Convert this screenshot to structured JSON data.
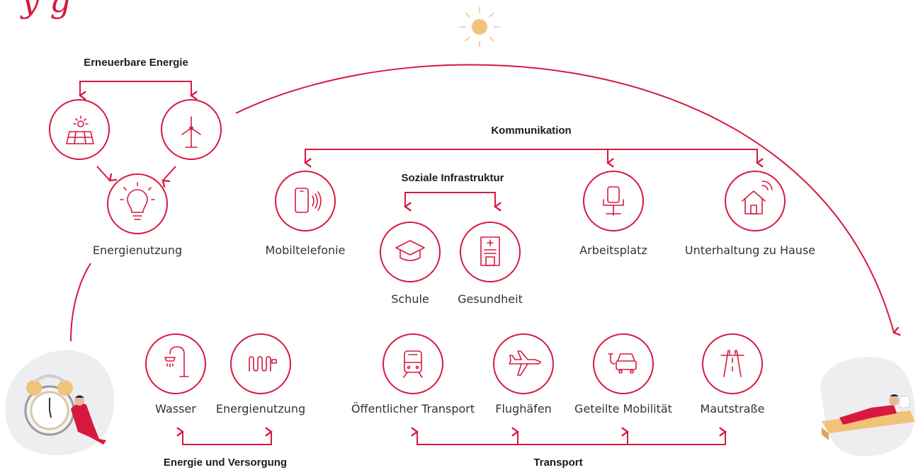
{
  "colors": {
    "accent": "#d7193f",
    "sun": "#f0c27a",
    "blob": "#eeeef1"
  },
  "title_fragment": "y      g",
  "headers": {
    "renewable": "Erneuerbare Energie",
    "communication": "Kommunikation",
    "social": "Soziale Infrastruktur",
    "energy_supply": "Energie und Versorgung",
    "transport": "Transport"
  },
  "nodes": [
    {
      "id": "solar",
      "icon": "solar-panel-icon",
      "label": ""
    },
    {
      "id": "wind",
      "icon": "wind-turbine-icon",
      "label": ""
    },
    {
      "id": "energy-use-bulb",
      "icon": "light-bulb-icon",
      "label": "Energienutzung"
    },
    {
      "id": "mobile",
      "icon": "mobile-phone-icon",
      "label": "Mobiltelefonie"
    },
    {
      "id": "school",
      "icon": "graduation-cap-icon",
      "label": "Schule"
    },
    {
      "id": "health",
      "icon": "hospital-icon",
      "label": "Gesundheit"
    },
    {
      "id": "workplace",
      "icon": "office-chair-icon",
      "label": "Arbeitsplatz"
    },
    {
      "id": "home-entertainment",
      "icon": "smart-home-icon",
      "label": "Unterhaltung zu Hause"
    },
    {
      "id": "water",
      "icon": "shower-icon",
      "label": "Wasser"
    },
    {
      "id": "energy-use-heater",
      "icon": "radiator-icon",
      "label": "Energienutzung"
    },
    {
      "id": "public-transport",
      "icon": "train-icon",
      "label": "Öffentlicher Transport"
    },
    {
      "id": "airports",
      "icon": "airplane-icon",
      "label": "Flughäfen"
    },
    {
      "id": "shared-mobility",
      "icon": "electric-car-icon",
      "label": "Geteilte Mobilität"
    },
    {
      "id": "toll-road",
      "icon": "highway-icon",
      "label": "Mautstraße"
    }
  ],
  "illustrations": {
    "morning": "alarm-clock-person-icon",
    "night": "person-in-bed-moon-icon",
    "sun": "sun-icon"
  }
}
